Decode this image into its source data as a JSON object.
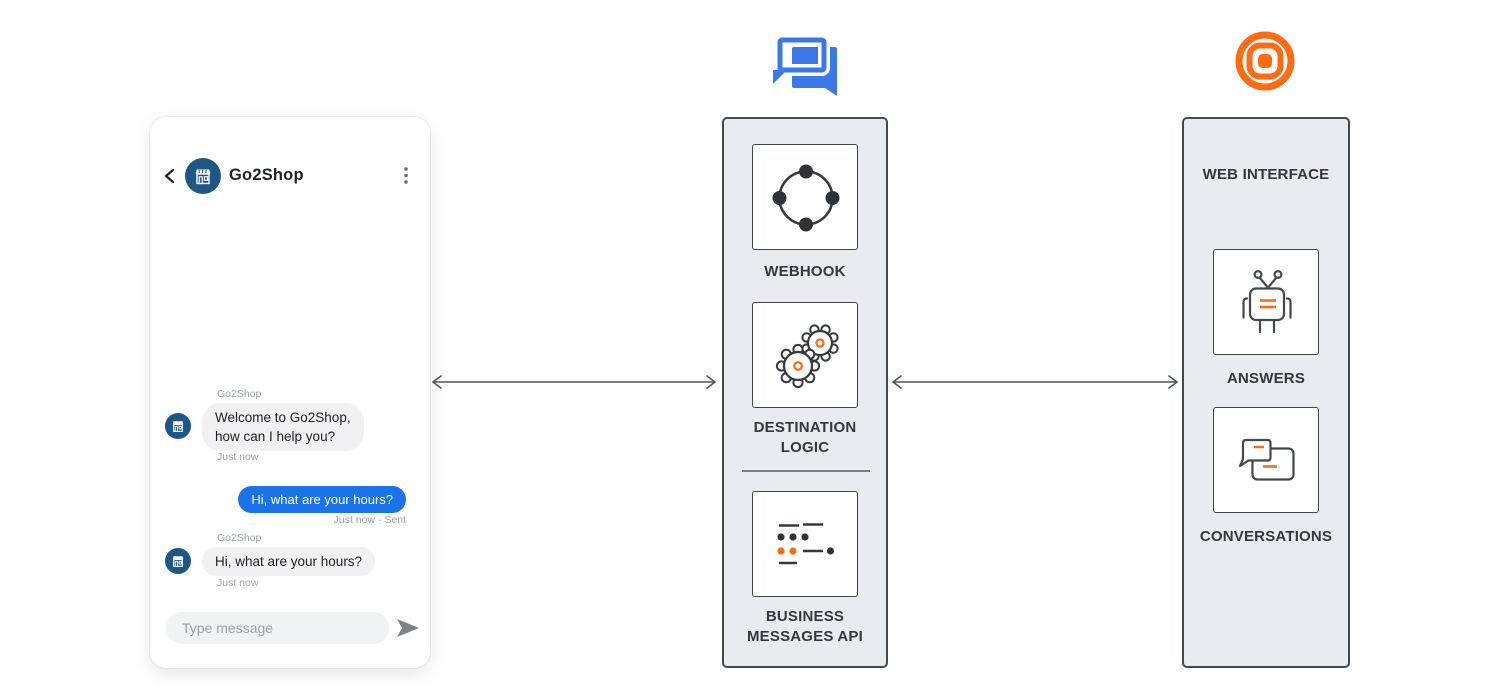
{
  "colors": {
    "accent_blue": "#3b78e8",
    "accent_orange": "#ff6a13",
    "sent_bubble_blue": "#1a73e8",
    "avatar_navy": "#1e5687",
    "panel_background": "#e9ebf0",
    "panel_border": "#44494f",
    "label_text": "#33383d"
  },
  "phone": {
    "header": {
      "title": "Go2Shop",
      "back_icon": "chevron-left",
      "menu_icon": "kebab-menu"
    },
    "messages": [
      {
        "direction": "received",
        "sender": "Go2Shop",
        "text": "Welcome to Go2Shop,\nhow can I help you?",
        "timestamp": "Just now"
      },
      {
        "direction": "sent",
        "text": "Hi, what are your hours?",
        "timestamp": "Just now - Sent"
      },
      {
        "direction": "received",
        "sender": "Go2Shop",
        "text": "Hi, what are your hours?",
        "timestamp": "Just now"
      }
    ],
    "composer": {
      "placeholder": "Type message",
      "send_icon": "send-arrow"
    }
  },
  "platform_panel": {
    "logo": "business-messages-logo",
    "items": [
      {
        "label": "WEBHOOK",
        "icon": "webhook-icon"
      },
      {
        "label": "DESTINATION\nLOGIC",
        "icon": "gears-icon"
      },
      {
        "label": "BUSINESS\nMESSAGES API",
        "icon": "morse-code-api-icon"
      }
    ]
  },
  "web_panel": {
    "logo": "infobip-logo",
    "title": "WEB INTERFACE",
    "items": [
      {
        "label": "ANSWERS",
        "icon": "chatbot-icon"
      },
      {
        "label": "CONVERSATIONS",
        "icon": "conversations-icon"
      }
    ]
  }
}
